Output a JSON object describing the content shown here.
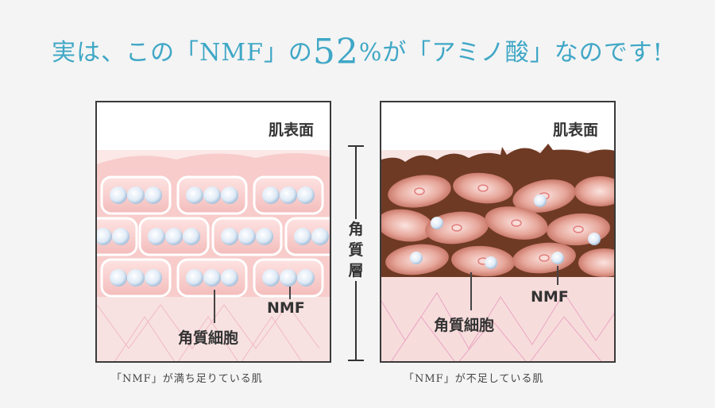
{
  "headline": {
    "part1": "実は、この「NMF」の",
    "percent": "52",
    "part2": "%が「アミノ酸」なのです!"
  },
  "left_panel": {
    "surface_label": "肌表面",
    "cell_label": "角質細胞",
    "nmf_label": "NMF",
    "caption": "「NMF」が満ち足りている肌"
  },
  "right_panel": {
    "surface_label": "肌表面",
    "cell_label": "角質細胞",
    "nmf_label": "NMF",
    "caption": "「NMF」が不足している肌"
  },
  "layer_label": "角質層",
  "colors": {
    "headline": "#3fa7c6",
    "healthy_cell": "#f6c9c8",
    "dry_cell": "#d98d80",
    "dry_crust": "#6e3a24",
    "nmf_ball": "#dde9f5",
    "dermis": "#f7dcdc"
  }
}
